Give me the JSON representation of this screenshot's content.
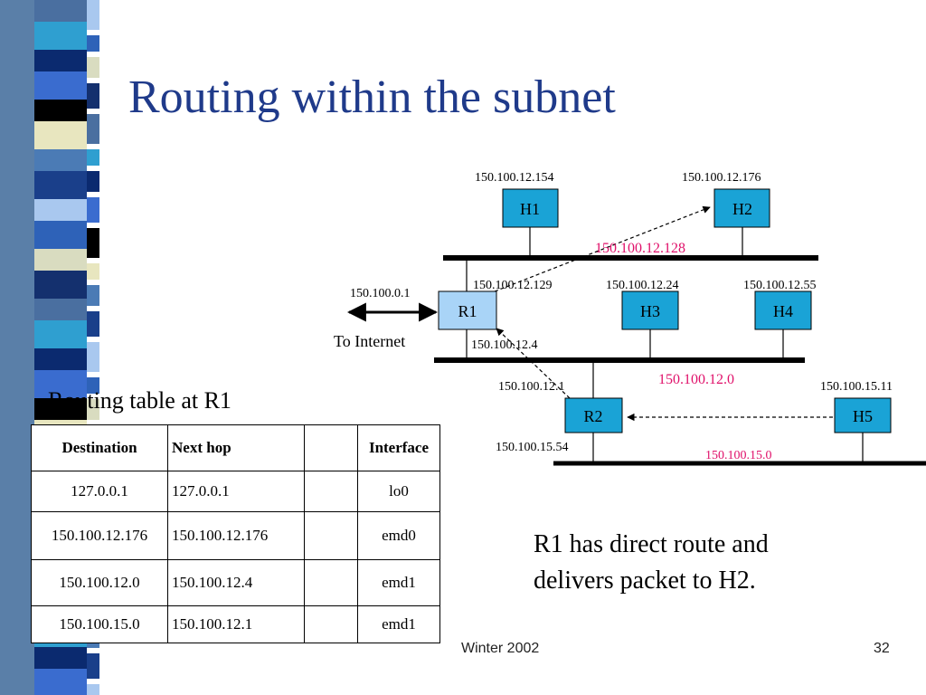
{
  "slide": {
    "title": "Routing within the subnet",
    "footer_left": "Winter 2002",
    "page_number": "32"
  },
  "diagram": {
    "nodes": {
      "h1": {
        "label": "H1",
        "ip": "150.100.12.154"
      },
      "h2": {
        "label": "H2",
        "ip": "150.100.12.176"
      },
      "r1": {
        "label": "R1",
        "ip_internet": "150.100.0.1",
        "ip_top": "150.100.12.129",
        "ip_bottom": "150.100.12.4"
      },
      "h3": {
        "label": "H3",
        "ip": "150.100.12.24"
      },
      "h4": {
        "label": "H4",
        "ip": "150.100.12.55"
      },
      "r2": {
        "label": "R2",
        "ip_top": "150.100.12.1",
        "ip_bottom": "150.100.15.54"
      },
      "h5": {
        "label": "H5",
        "ip": "150.100.15.11"
      }
    },
    "networks": {
      "top": "150.100.12.128",
      "middle": "150.100.12.0",
      "bottom": "150.100.15.0"
    },
    "to_internet": "To Internet",
    "colors": {
      "box_fill": "#1aa3d6",
      "r1_fill": "#a9d4f7",
      "network_label": "#e0106a",
      "title": "#1f3a8a"
    }
  },
  "routing_table": {
    "caption": "Routing table at R1",
    "headers": [
      "Destination",
      "Next hop",
      "",
      "Interface"
    ],
    "rows": [
      [
        "127.0.0.1",
        "127.0.0.1",
        "",
        "lo0"
      ],
      [
        "150.100.12.176",
        "150.100.12.176",
        "",
        "emd0"
      ],
      [
        "150.100.12.0",
        "150.100.12.4",
        "",
        "emd1"
      ],
      [
        "150.100.15.0",
        "150.100.12.1",
        "",
        "emd1"
      ]
    ]
  },
  "note": {
    "line1": "R1 has direct route and",
    "line2": "delivers packet to H2."
  }
}
